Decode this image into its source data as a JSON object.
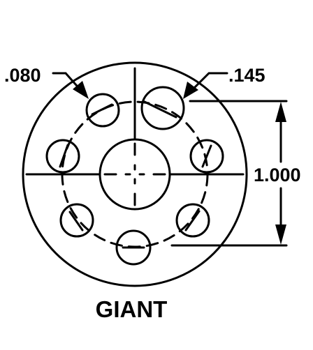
{
  "labels": {
    "small_hole": ".080",
    "large_hole": ".145",
    "spacing": "1.000",
    "title": "GIANT"
  },
  "colors": {
    "line": "#000000",
    "background": "#ffffff"
  }
}
